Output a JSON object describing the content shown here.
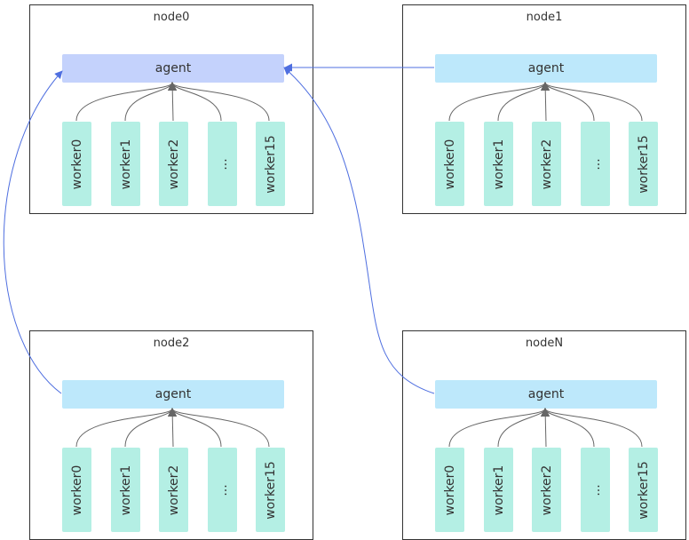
{
  "colors": {
    "line": "#4f6fe0",
    "tree": "#666666",
    "agent_main": "#c4d2fc",
    "agent_sub": "#bde8fb",
    "worker": "#b4efe4"
  },
  "nodes": [
    {
      "title": "node0",
      "agent": "agent",
      "workers": [
        "worker0",
        "worker1",
        "worker2",
        "...",
        "worker15"
      ]
    },
    {
      "title": "node1",
      "agent": "agent",
      "workers": [
        "worker0",
        "worker1",
        "worker2",
        "...",
        "worker15"
      ]
    },
    {
      "title": "node2",
      "agent": "agent",
      "workers": [
        "worker0",
        "worker1",
        "worker2",
        "...",
        "worker15"
      ]
    },
    {
      "title": "nodeN",
      "agent": "agent",
      "workers": [
        "worker0",
        "worker1",
        "worker2",
        "...",
        "worker15"
      ]
    }
  ]
}
